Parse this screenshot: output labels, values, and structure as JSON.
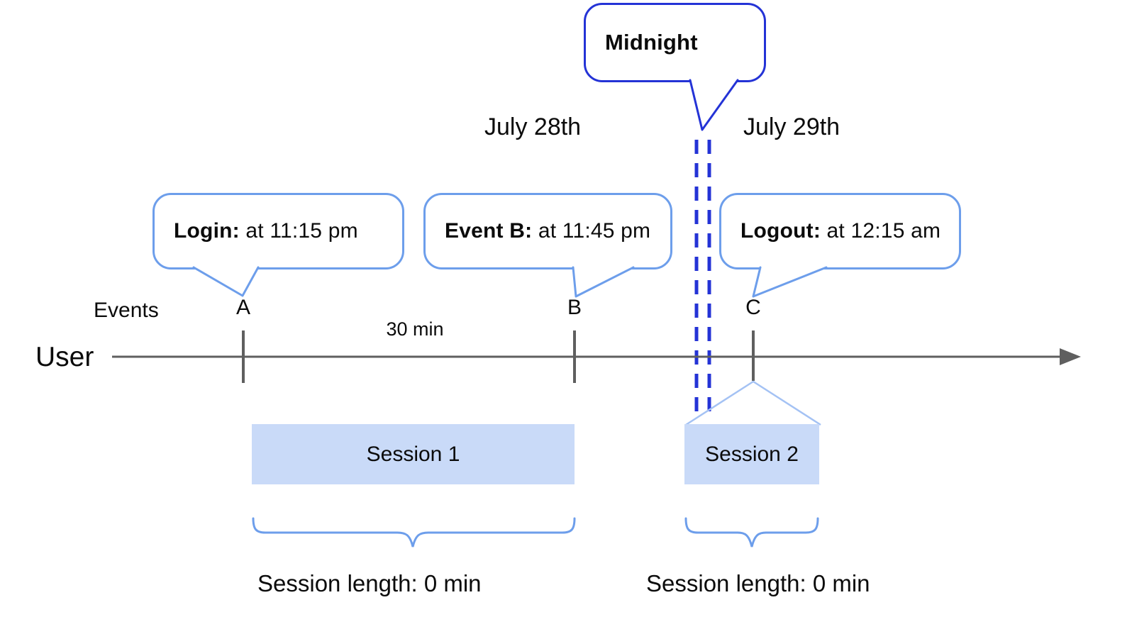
{
  "colors": {
    "dark_blue": "#2433d6",
    "light_blue_border": "#6d9eeb",
    "session_fill": "#c9daf8",
    "chevron": "#a4c2f4",
    "axis_gray": "#5f5f5f",
    "text": "#0b0b0b"
  },
  "midnight_callout": {
    "label": "Midnight"
  },
  "date_labels": {
    "before": "July 28th",
    "after": "July 29th"
  },
  "event_callouts": [
    {
      "id": "login",
      "bold": "Login:",
      "rest": " at 11:15 pm"
    },
    {
      "id": "event-b",
      "bold": "Event B:",
      "rest": " at 11:45 pm"
    },
    {
      "id": "logout",
      "bold": "Logout:",
      "rest": " at 12:15 am"
    }
  ],
  "timeline": {
    "axis_label": "User",
    "events_label": "Events",
    "event_markers": [
      "A",
      "B",
      "C"
    ],
    "interval_label": "30 min"
  },
  "sessions": [
    {
      "label": "Session 1",
      "length_label": "Session length: 0 min"
    },
    {
      "label": "Session 2",
      "length_label": "Session length: 0 min"
    }
  ]
}
